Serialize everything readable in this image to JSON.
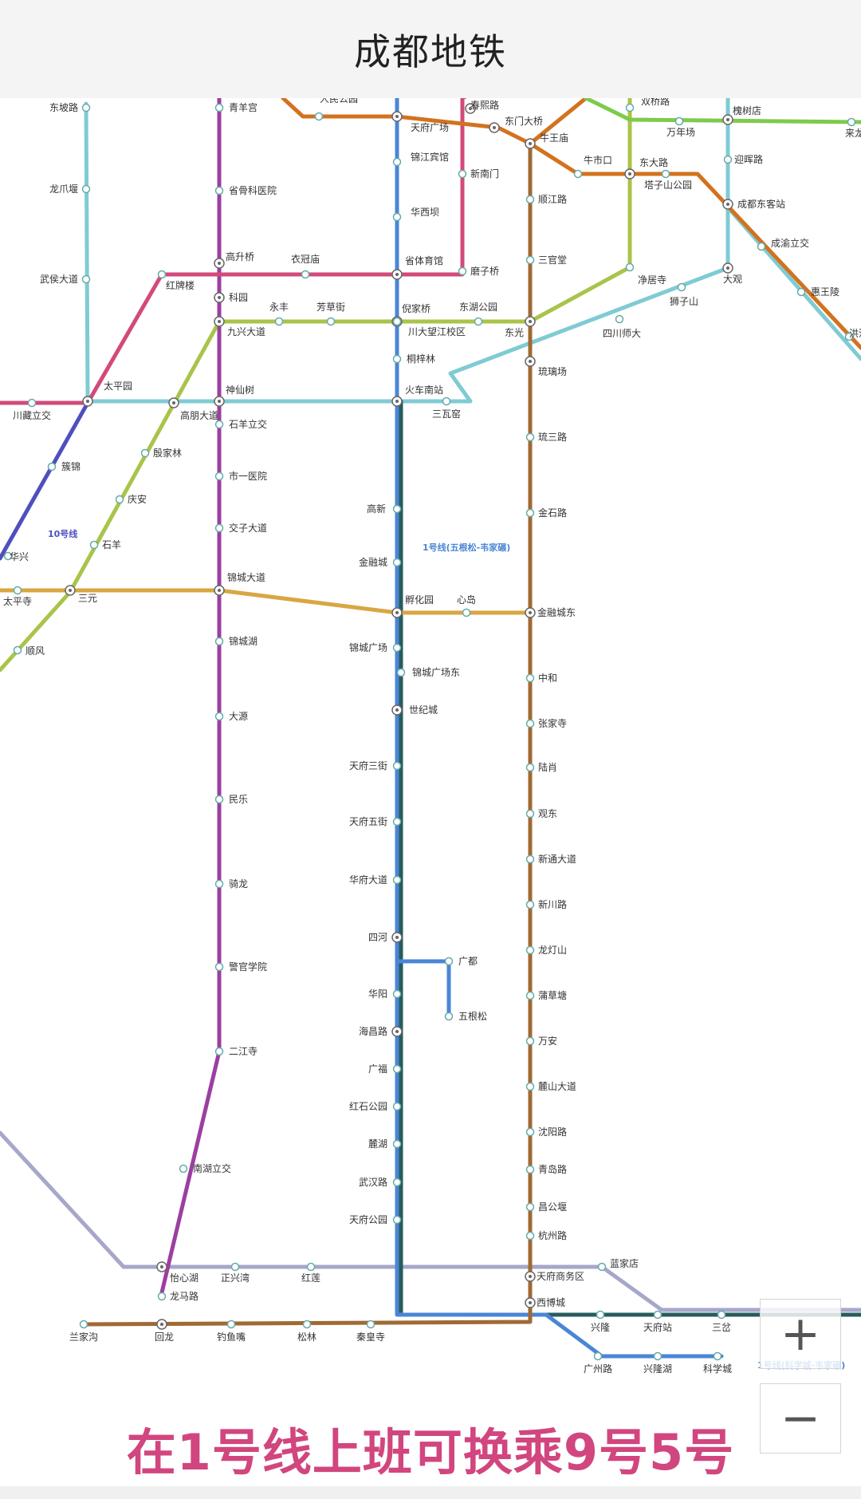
{
  "header": {
    "title": "成都地铁"
  },
  "banner": "在1号线上班可换乘9号5号",
  "zoom": {
    "in_label": "+",
    "out_label": "−"
  },
  "line_labels": {
    "line10": "10号线",
    "line1_main": "1号线(五根松-韦家碾)",
    "line1_branch": "1号线(科学城-韦家碾)"
  },
  "colors": {
    "line1": "#4a86d6",
    "line2": "#d3721e",
    "line3": "#d24a79",
    "line4": "#7dcb4c",
    "line5": "#9b3fa0",
    "line7": "#7fcbd4",
    "line8": "#a9c44a",
    "line9": "#a6a7c9",
    "line10": "#4f4fc0",
    "line6": "#a06a33",
    "line13": "#d8a742",
    "line18": "#285c5e"
  },
  "stations": [
    "东坡路",
    "龙爪堰",
    "武侯大道",
    "太平园",
    "川藏立交",
    "簇锦",
    "华兴",
    "太平寺",
    "三元",
    "顺风",
    "石羊",
    "庆安",
    "殷家林",
    "高朋大道",
    "红牌楼",
    "青羊宫",
    "省骨科医院",
    "高升桥",
    "科园",
    "九兴大道",
    "神仙树",
    "石羊立交",
    "市一医院",
    "交子大道",
    "锦城大道",
    "锦城湖",
    "大源",
    "民乐",
    "骑龙",
    "警官学院",
    "二江寺",
    "南湖立交",
    "怡心湖",
    "龙马路",
    "回龙",
    "兰家沟",
    "钓鱼嘴",
    "松林",
    "秦皇寺",
    "正兴湾",
    "红莲",
    "人民公园",
    "天府广场",
    "锦江宾馆",
    "华西坝",
    "省体育馆",
    "倪家桥",
    "川大望江校区",
    "桐梓林",
    "火车南站",
    "高新",
    "金融城",
    "孵化园",
    "锦城广场",
    "锦城广场东",
    "世纪城",
    "天府三街",
    "天府五街",
    "华府大道",
    "四河",
    "广都",
    "五根松",
    "华阳",
    "海昌路",
    "广福",
    "红石公园",
    "麓湖",
    "武汉路",
    "天府公园",
    "衣冠庙",
    "永丰",
    "芳草街",
    "东湖公园",
    "东光",
    "三瓦窑",
    "心岛",
    "金融城东",
    "春熙路",
    "新南门",
    "磨子桥",
    "东门大桥",
    "牛王庙",
    "顺江路",
    "三官堂",
    "琉璃场",
    "琉三路",
    "金石路",
    "中和",
    "张家寺",
    "陆肖",
    "观东",
    "新通大道",
    "新川路",
    "龙灯山",
    "蒲草塘",
    "万安",
    "麓山大道",
    "沈阳路",
    "青岛路",
    "昌公堰",
    "杭州路",
    "天府商务区",
    "西博城",
    "蓝家店",
    "牛市口",
    "东大路",
    "塔子山公园",
    "成都东客站",
    "成渝立交",
    "惠王陵",
    "洪河",
    "迎晖路",
    "双桥路",
    "万年场",
    "槐树店",
    "来龙",
    "净居寺",
    "狮子山",
    "四川师大",
    "大观",
    "兴隆",
    "天府站",
    "三岔",
    "广州路",
    "兴隆湖",
    "科学城"
  ]
}
